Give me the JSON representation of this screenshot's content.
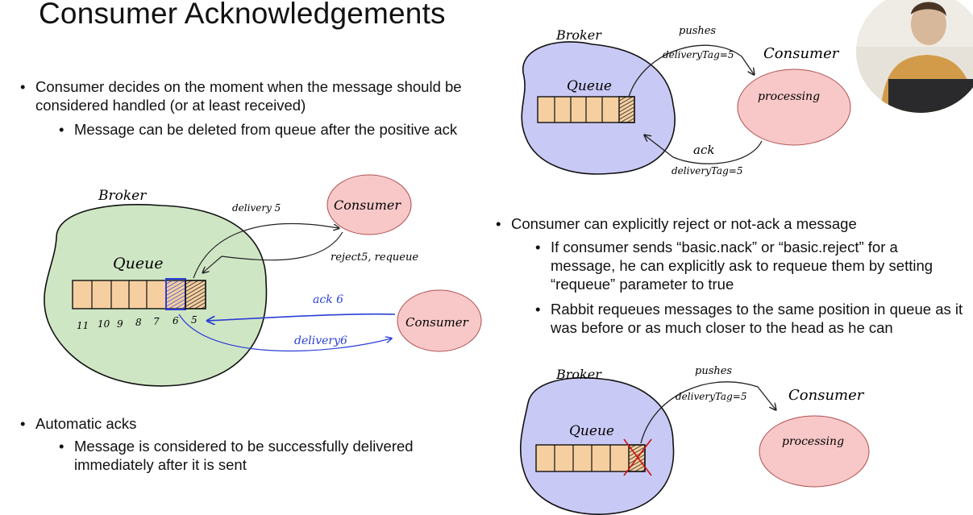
{
  "slide": {
    "title": "Consumer Acknowledgements",
    "bullets": {
      "b1": "Consumer decides on the moment when the message should be considered handled (or at least received)",
      "b1_sub": "Message can be deleted from queue after the positive ack",
      "b2": "Consumer can explicitly reject or not-ack a message",
      "b2_sub1": "If consumer sends “basic.nack” or “basic.reject” for a message, he can explicitly ask to requeue them by setting “requeue” parameter to true",
      "b2_sub2": "Rabbit requeues messages to the same position in queue as it was before or as much closer to the head as he can",
      "b3": "Automatic acks",
      "b3_sub": "Message is considered to be successfully delivered immediately after it is sent"
    }
  },
  "diagram_top": {
    "broker": "Broker",
    "queue": "Queue",
    "consumer": "Consumer",
    "pushes": "pushes",
    "delivery_tag": "deliveryTag=5",
    "ack": "ack",
    "ack_tag": "deliveryTag=5",
    "processing": "processing"
  },
  "diagram_left": {
    "broker": "Broker",
    "queue": "Queue",
    "consumer1": "Consumer",
    "consumer2": "Consumer",
    "delivery5": "delivery 5",
    "reject": "reject5, requeue",
    "ack6": "ack 6",
    "delivery6": "delivery6",
    "cell_numbers": [
      "11",
      "10",
      "9",
      "8",
      "7",
      "6",
      "5"
    ]
  },
  "diagram_bottom": {
    "broker": "Broker",
    "queue": "Queue",
    "consumer": "Consumer",
    "pushes": "pushes",
    "delivery_tag": "deliveryTag=5",
    "processing": "processing"
  },
  "colors": {
    "green_broker": "#cfe6c4",
    "blue_broker": "#c9c9f5",
    "consumer": "#f8c8c8",
    "queue": "#f6cfa0",
    "ack_blue": "#2a3fd4",
    "reject_red": "#cc1111"
  }
}
